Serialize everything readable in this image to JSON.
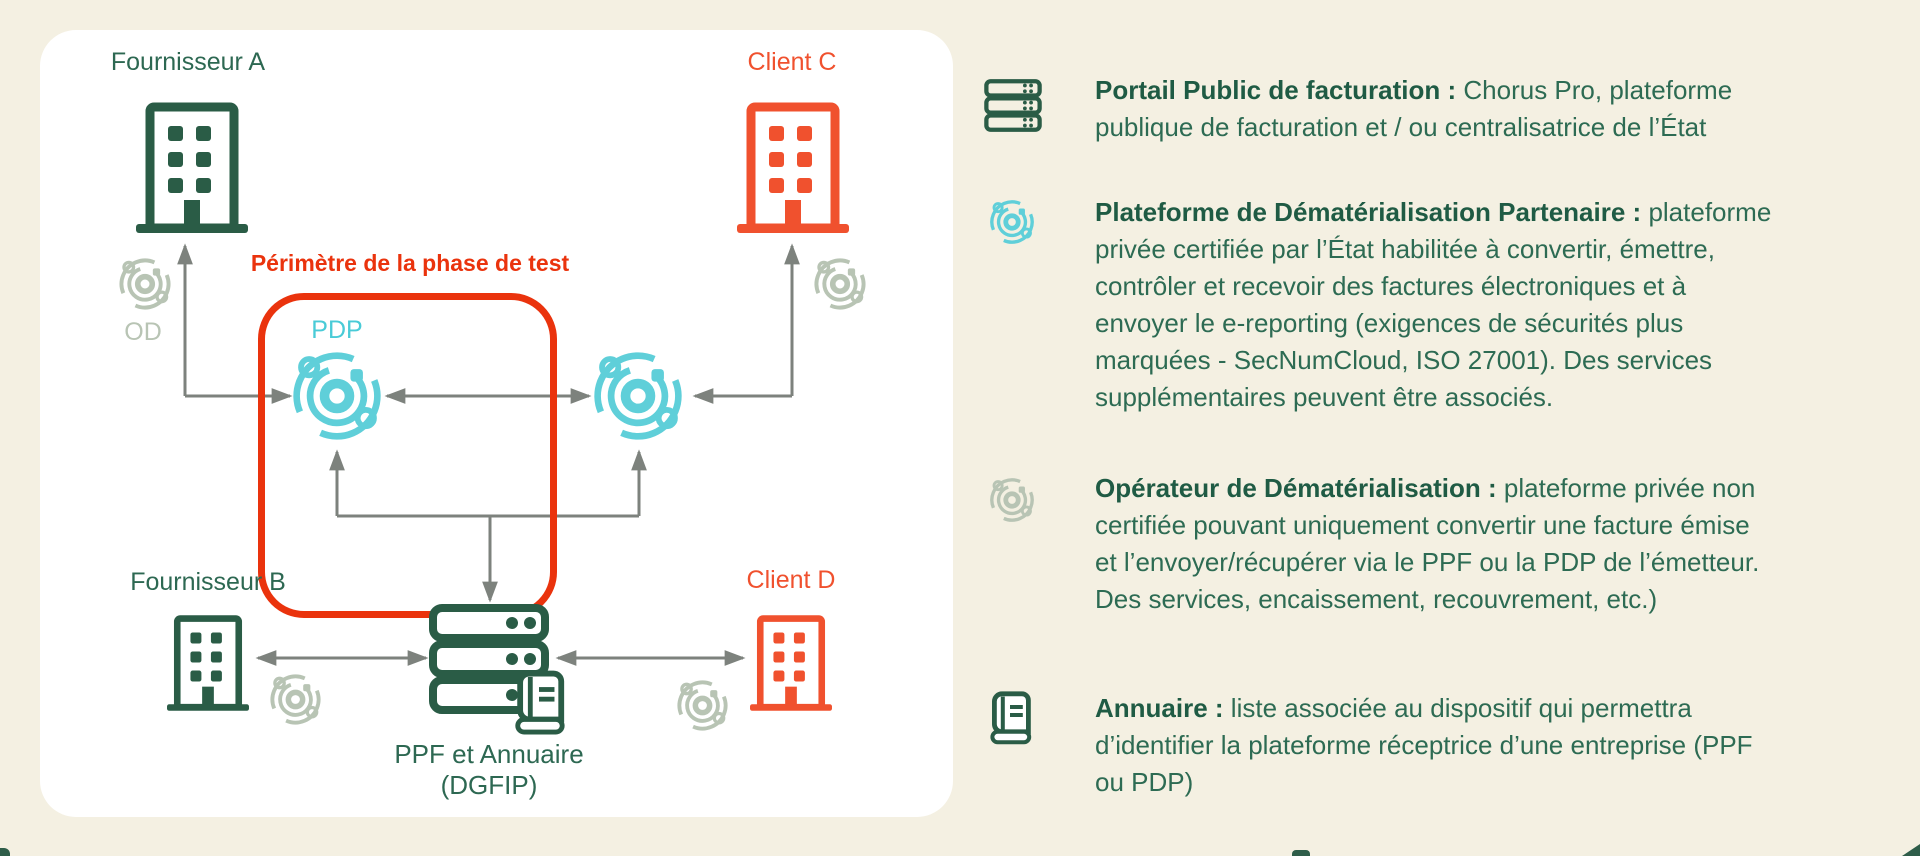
{
  "colors": {
    "background": "#f4f0e2",
    "panel": "#ffffff",
    "brand_green": "#2a5c46",
    "text_green": "#2d6852",
    "orange": "#f0512e",
    "red": "#ea330d",
    "teal": "#5fcfd9",
    "od_gray": "#b8c4b4",
    "arrow_gray": "#7d827d"
  },
  "diagram": {
    "labels": {
      "fournisseur_a": "Fournisseur A",
      "client_c": "Client C",
      "od": "OD",
      "perimeter": "Périmètre de la phase de test",
      "pdp": "PDP",
      "fournisseur_b": "Fournisseur B",
      "client_d": "Client D",
      "ppf_title": "PPF et Annuaire",
      "ppf_subtitle": "(DGFIP)"
    }
  },
  "legend": {
    "items": [
      {
        "icon": "server-stack-icon",
        "lead": "Portail Public de facturation : ",
        "lines": [
          "Chorus Pro, plateforme",
          "publique de facturation et / ou centralisatrice de l’État"
        ]
      },
      {
        "icon": "pdp-orbit-icon",
        "lead": "Plateforme de Dématérialisation Partenaire : ",
        "lines": [
          "plateforme",
          "privée certifiée par l’État habilitée à convertir, émettre,",
          "contrôler et recevoir des factures électroniques et à",
          "envoyer le e-reporting (exigences de sécurités plus",
          "marquées - SecNumCloud, ISO 27001). Des services",
          "supplémentaires peuvent être associés."
        ]
      },
      {
        "icon": "od-orbit-icon",
        "lead": "Opérateur de Dématérialisation : ",
        "lines": [
          "plateforme privée non",
          "certifiée pouvant uniquement convertir une facture émise",
          "et l’envoyer/récupérer via le PPF ou la PDP de l’émetteur.",
          "Des services, encaissement, recouvrement, etc.)"
        ]
      },
      {
        "icon": "book-icon",
        "lead": "Annuaire : ",
        "lines": [
          "liste associée au dispositif qui permettra",
          "d’identifier la plateforme réceptrice d’une entreprise (PPF",
          "ou PDP)"
        ]
      }
    ]
  }
}
